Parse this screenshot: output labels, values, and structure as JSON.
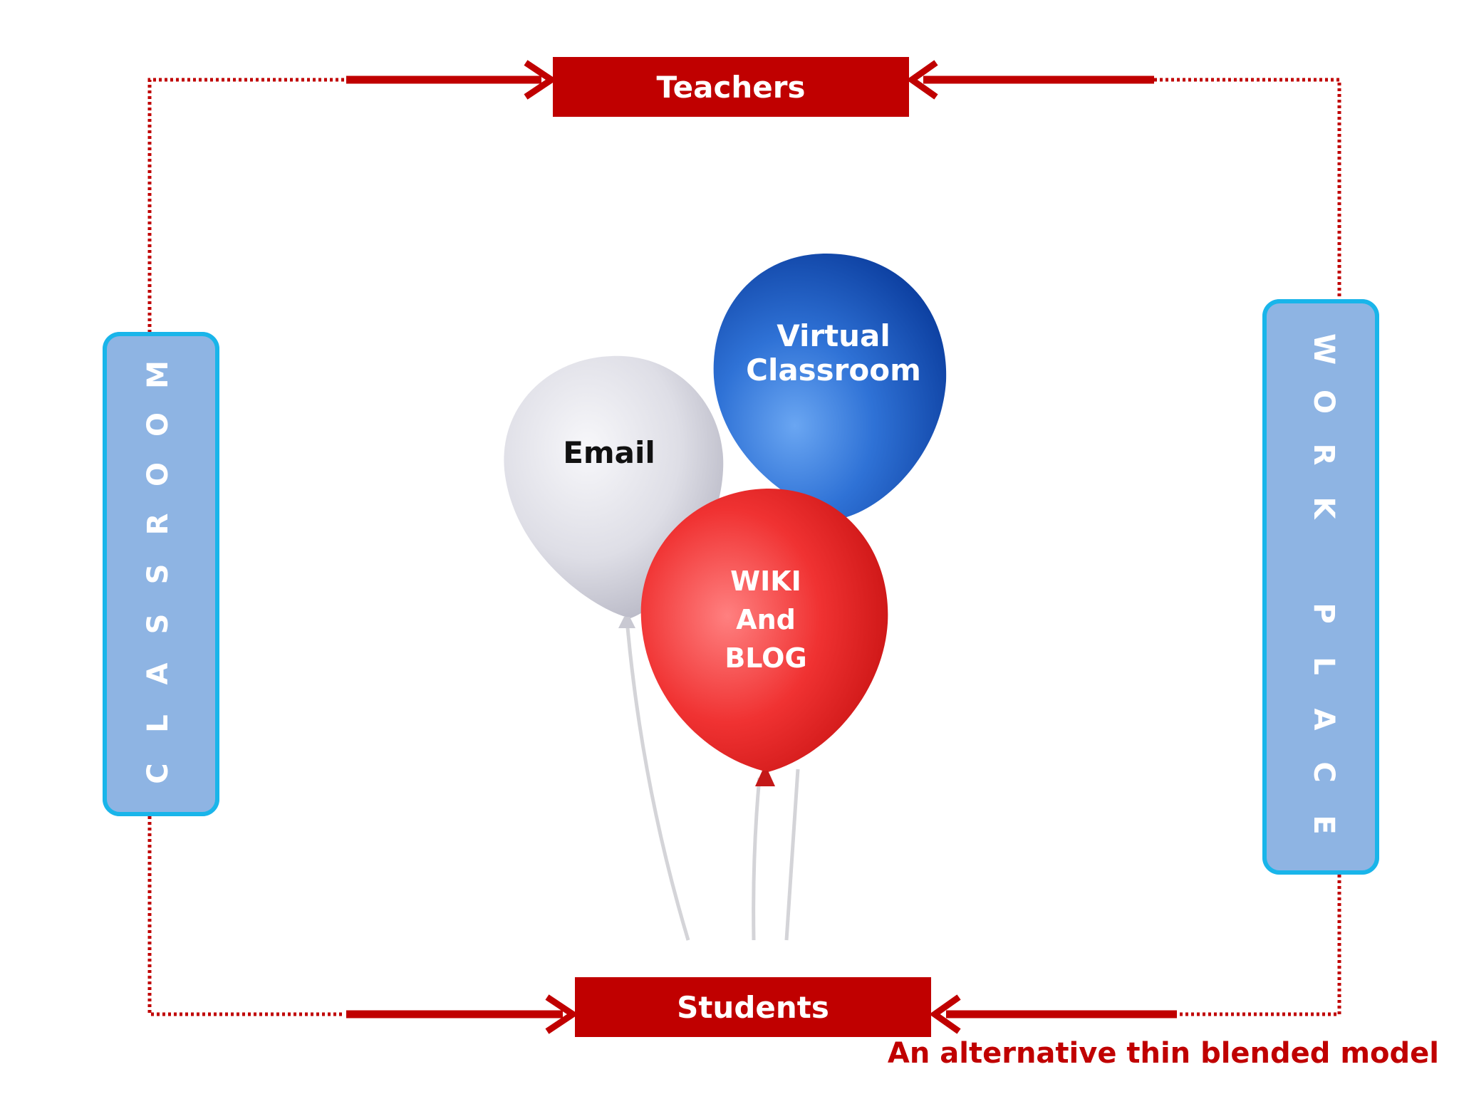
{
  "colors": {
    "accent_red": "#c00000",
    "panel_fill": "#8eb4e3",
    "panel_border": "#19b5ea",
    "balloon_white": "#dcdce4",
    "balloon_blue": "#2e6fd0",
    "balloon_red": "#ee2a2a"
  },
  "nodes": {
    "teachers": "Teachers",
    "students": "Students"
  },
  "side_panels": {
    "classroom": [
      "C",
      "L",
      "A",
      "S",
      "S",
      "R",
      "O",
      "O",
      "M"
    ],
    "workplace": [
      "W",
      "O",
      "R",
      "K",
      "",
      "P",
      "L",
      "A",
      "C",
      "E"
    ]
  },
  "balloons": {
    "email": "Email",
    "virtual_line1": "Virtual",
    "virtual_line2": "Classroom",
    "wiki_line1": "WIKI",
    "wiki_line2": "And",
    "wiki_line3": "BLOG"
  },
  "caption": "An alternative thin blended model"
}
